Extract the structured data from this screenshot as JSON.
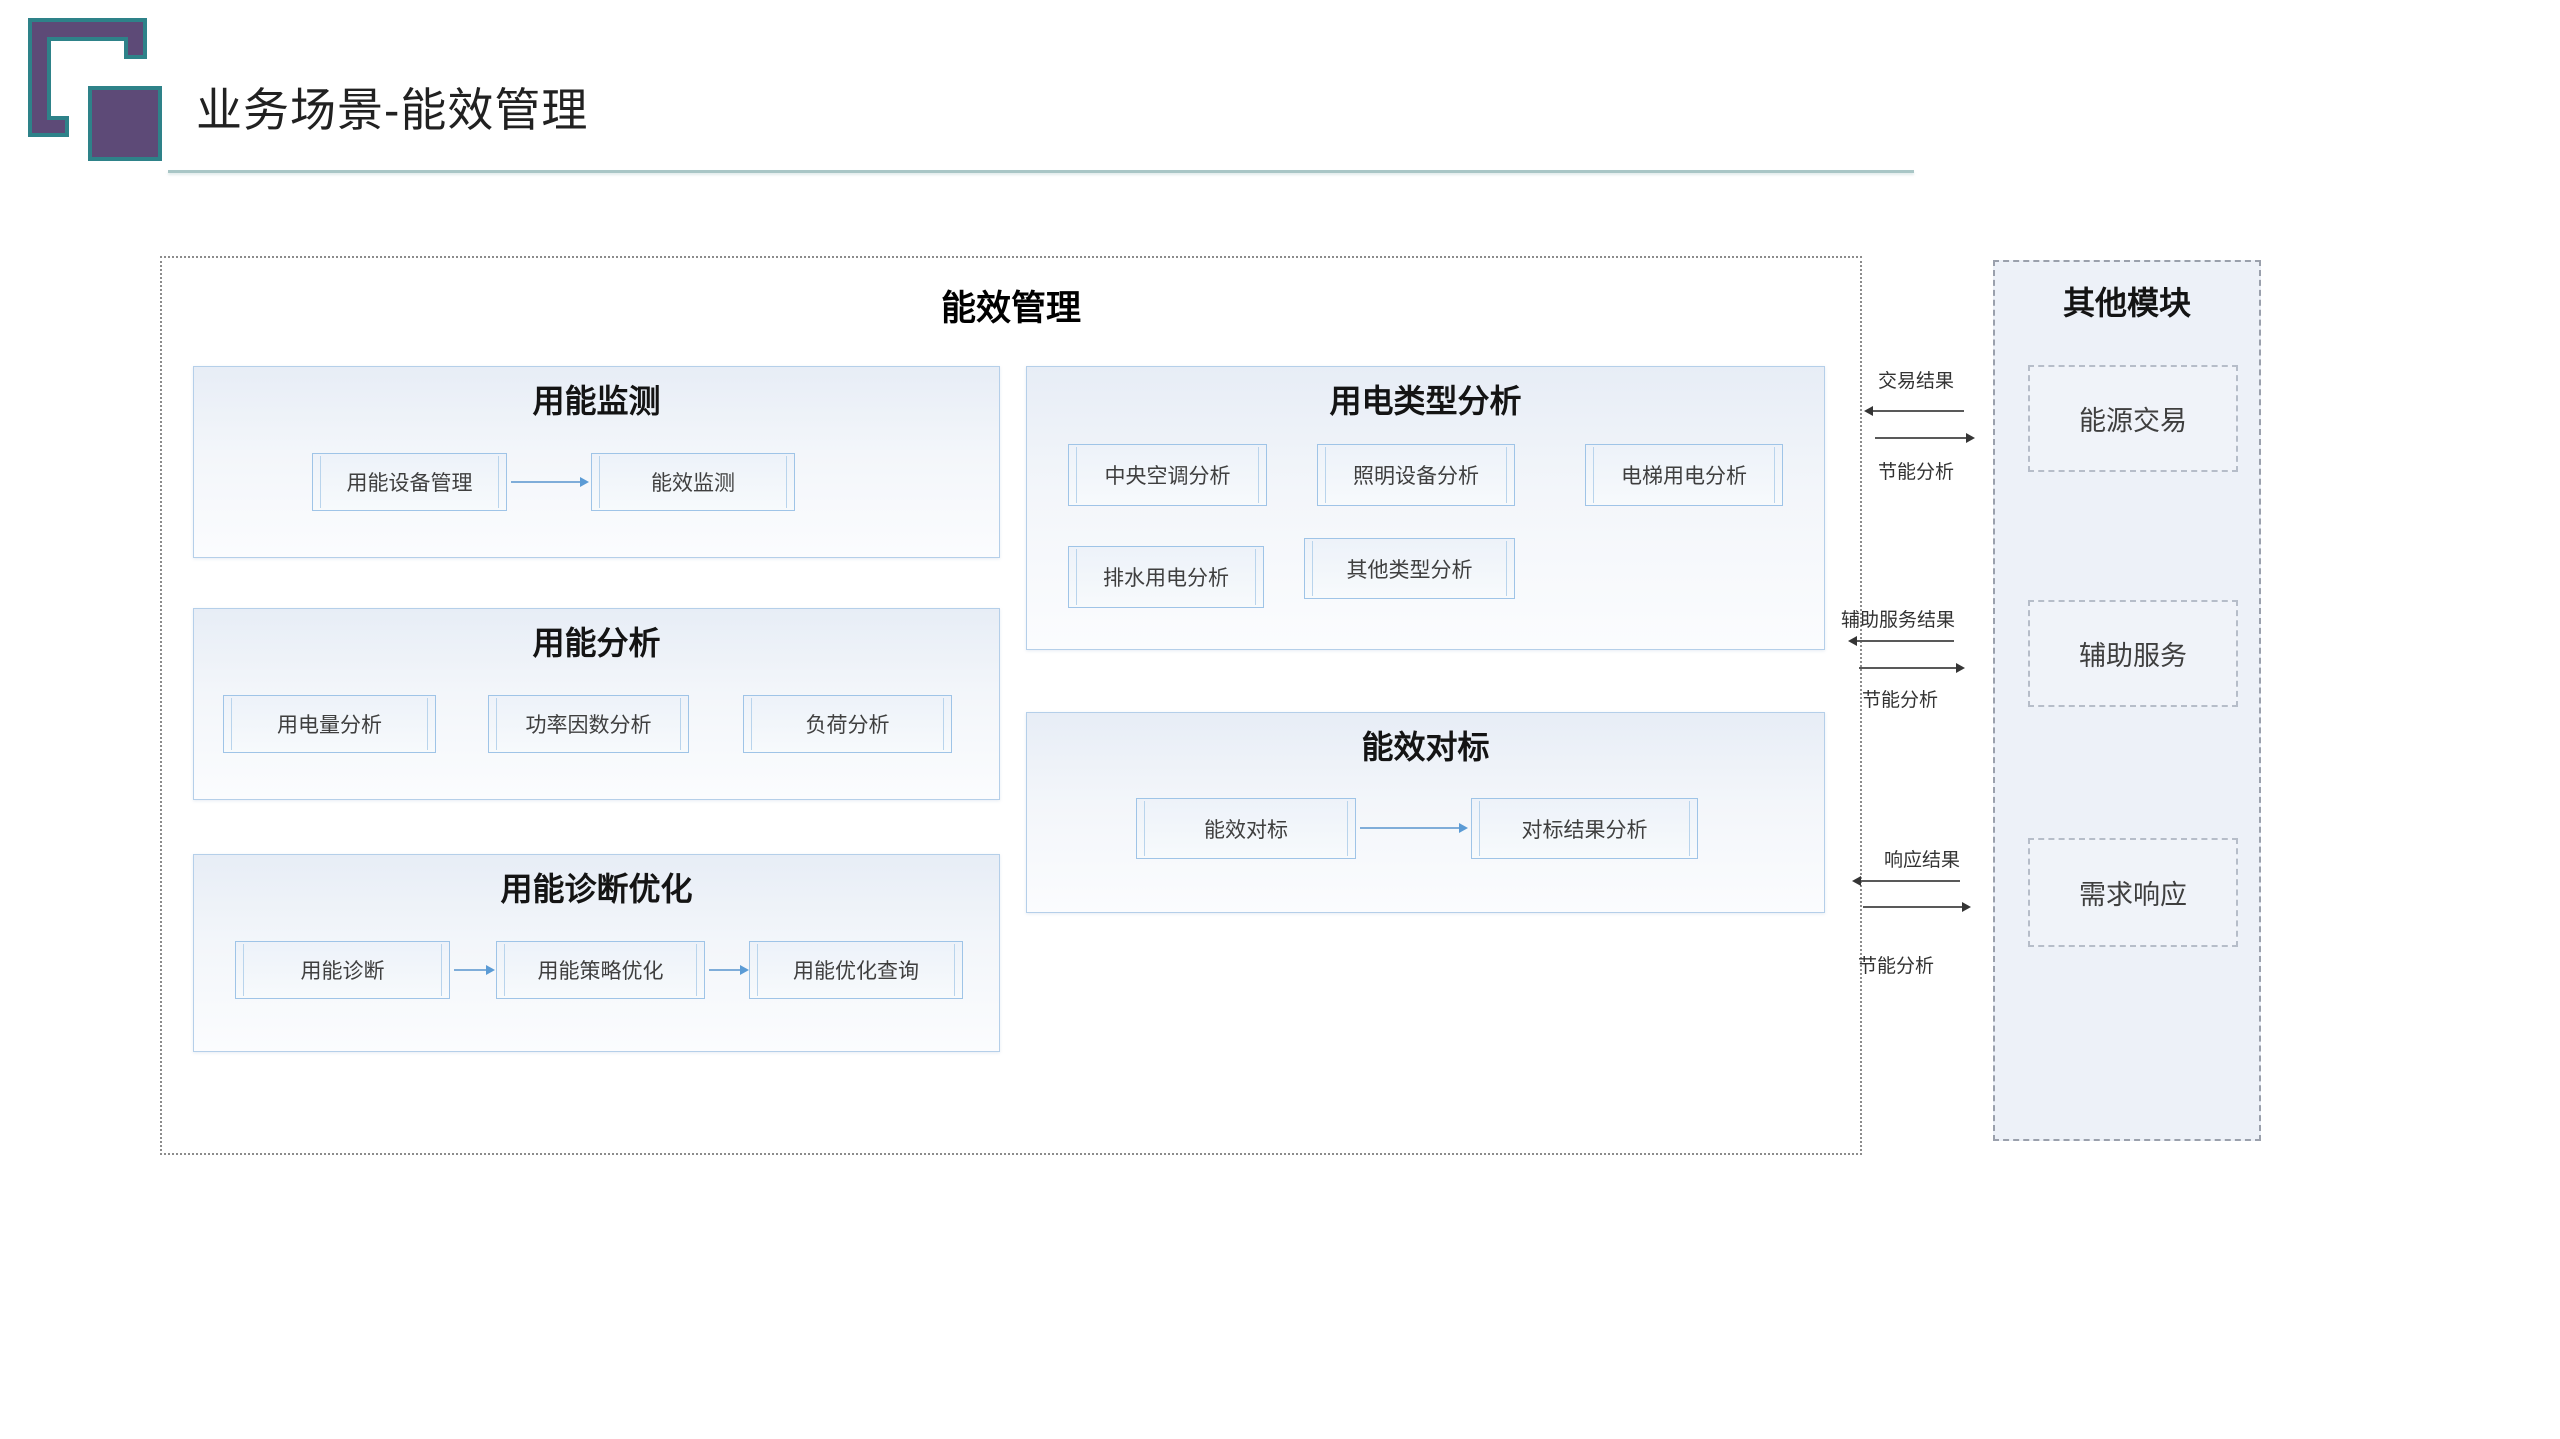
{
  "page": {
    "title": "业务场景-能效管理"
  },
  "main": {
    "title": "能效管理",
    "groups": [
      {
        "title": "用能监测",
        "items": [
          "用能设备管理",
          "能效监测"
        ]
      },
      {
        "title": "用能分析",
        "items": [
          "用电量分析",
          "功率因数分析",
          "负荷分析"
        ]
      },
      {
        "title": "用能诊断优化",
        "items": [
          "用能诊断",
          "用能策略优化",
          "用能优化查询"
        ]
      },
      {
        "title": "用电类型分析",
        "items": [
          "中央空调分析",
          "照明设备分析",
          "电梯用电分析",
          "排水用电分析",
          "其他类型分析"
        ]
      },
      {
        "title": "能效对标",
        "items": [
          "能效对标",
          "对标结果分析"
        ]
      }
    ]
  },
  "connections": [
    {
      "top_label": "交易结果",
      "bottom_label": "节能分析"
    },
    {
      "top_label": "辅助服务结果",
      "bottom_label": "节能分析"
    },
    {
      "top_label": "响应结果",
      "bottom_label": "节能分析"
    }
  ],
  "side": {
    "title": "其他模块",
    "modules": [
      "能源交易",
      "辅助服务",
      "需求响应"
    ]
  },
  "colors": {
    "accent_teal": "#a9c6c6",
    "logo_purple": "#5d4a77",
    "logo_teal": "#2e8289",
    "flow_blue": "#5b9bd5",
    "group_border": "#b5cfe9"
  }
}
